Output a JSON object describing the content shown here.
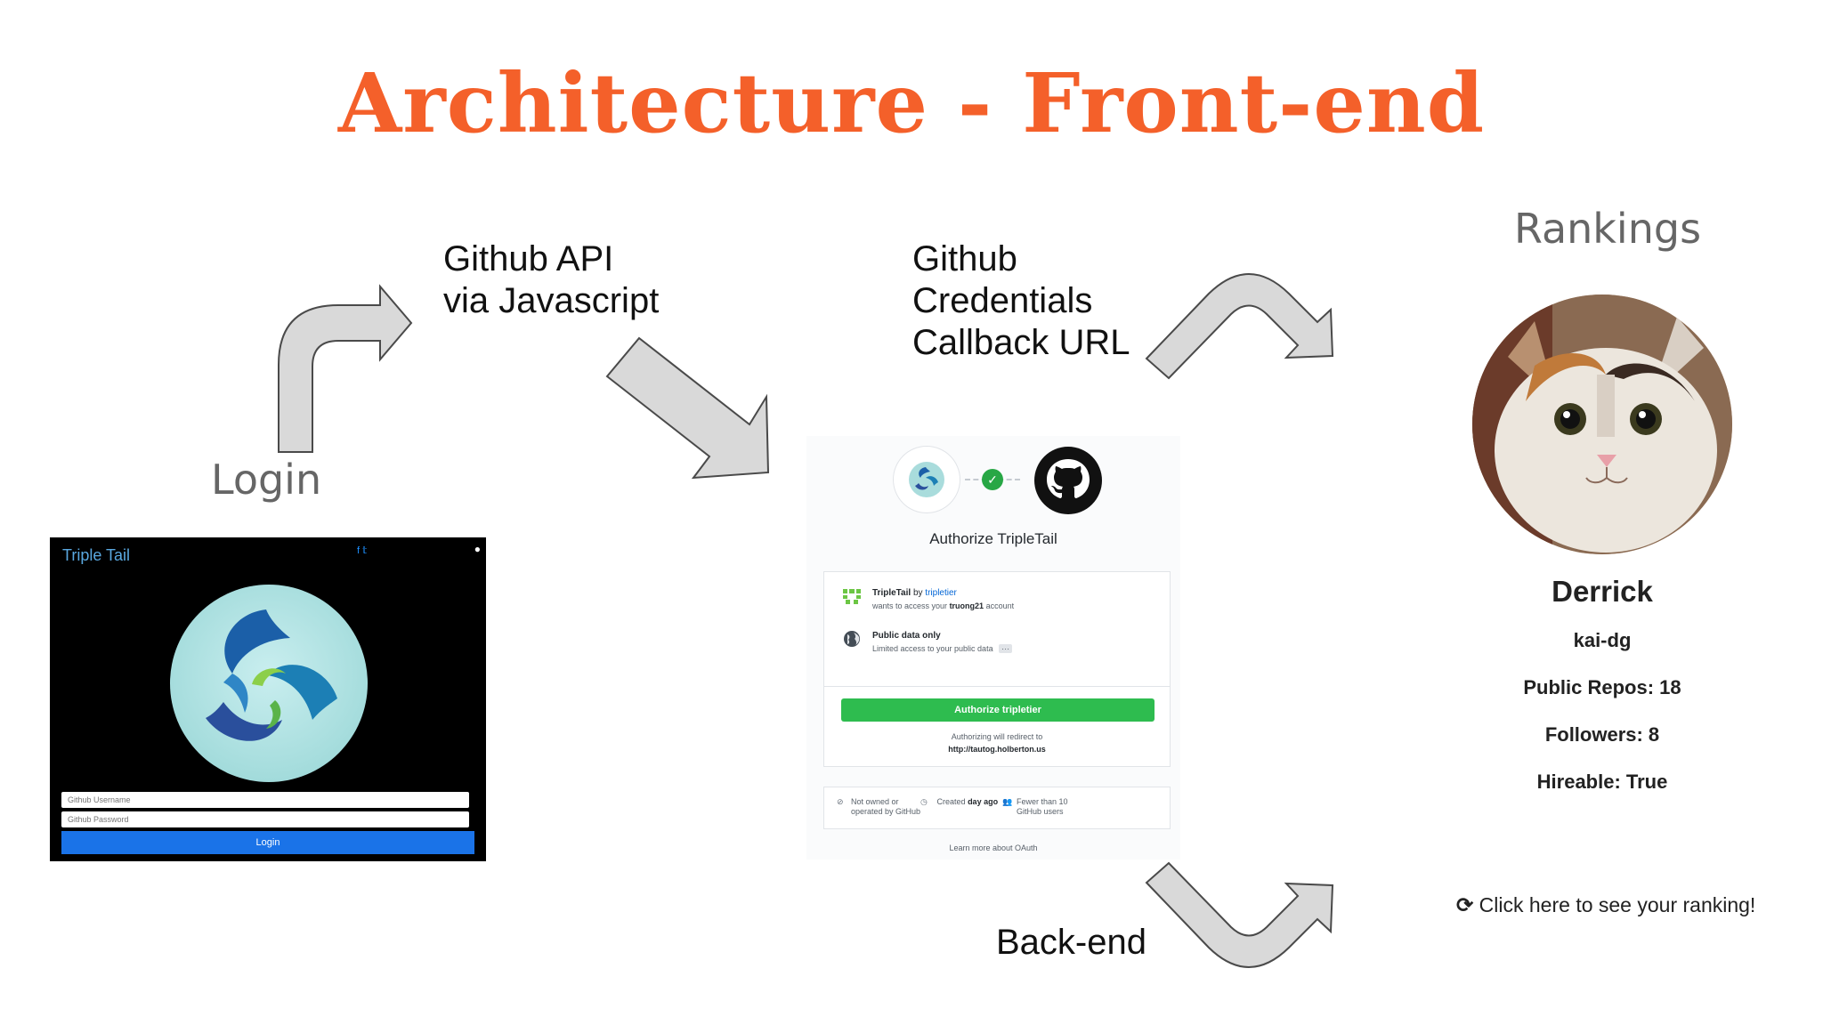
{
  "slide": {
    "title": "Architecture - Front-end",
    "label_login": "Login",
    "label_api": "Github API\nvia Javascript",
    "label_credentials": "Github\nCredentials\nCallback URL",
    "label_rankings": "Rankings",
    "label_backend": "Back-end"
  },
  "login_screen": {
    "brand": "Triple Tail",
    "username_placeholder": "Github Username",
    "password_placeholder": "Github Password",
    "login_button": "Login"
  },
  "oauth": {
    "heading": "Authorize TripleTail",
    "app_name": "TripleTail",
    "by_text": "by",
    "owner": "tripletier",
    "access_prefix": "wants to access your",
    "account": "truong21",
    "access_suffix": "account",
    "scope_title": "Public data only",
    "scope_desc": "Limited access to your public data",
    "scope_more": "···",
    "authorize_button": "Authorize tripletier",
    "redirect_text": "Authorizing will redirect to",
    "redirect_url": "http://tautog.holberton.us",
    "footer": {
      "not_owned": "Not owned or\noperated by GitHub",
      "created_prefix": "Created",
      "created_value": "day ago",
      "fewer_users": "Fewer than 10\nGitHub users"
    },
    "learn_more": "Learn more about OAuth"
  },
  "profile": {
    "name": "Derrick",
    "username": "kai-dg",
    "public_repos": "Public Repos: 18",
    "followers": "Followers: 8",
    "hireable": "Hireable: True",
    "refresh_link": "Click here to see your ranking!"
  },
  "colors": {
    "title": "#f4602a",
    "arrow_fill": "#d9d9d9",
    "arrow_stroke": "#4a4a4a",
    "login_button": "#1a73e8",
    "authorize_button": "#2ebc4f"
  },
  "icons": {
    "arrows": "block-arrow",
    "refresh": "refresh-icon",
    "github": "github-octocat-icon"
  }
}
